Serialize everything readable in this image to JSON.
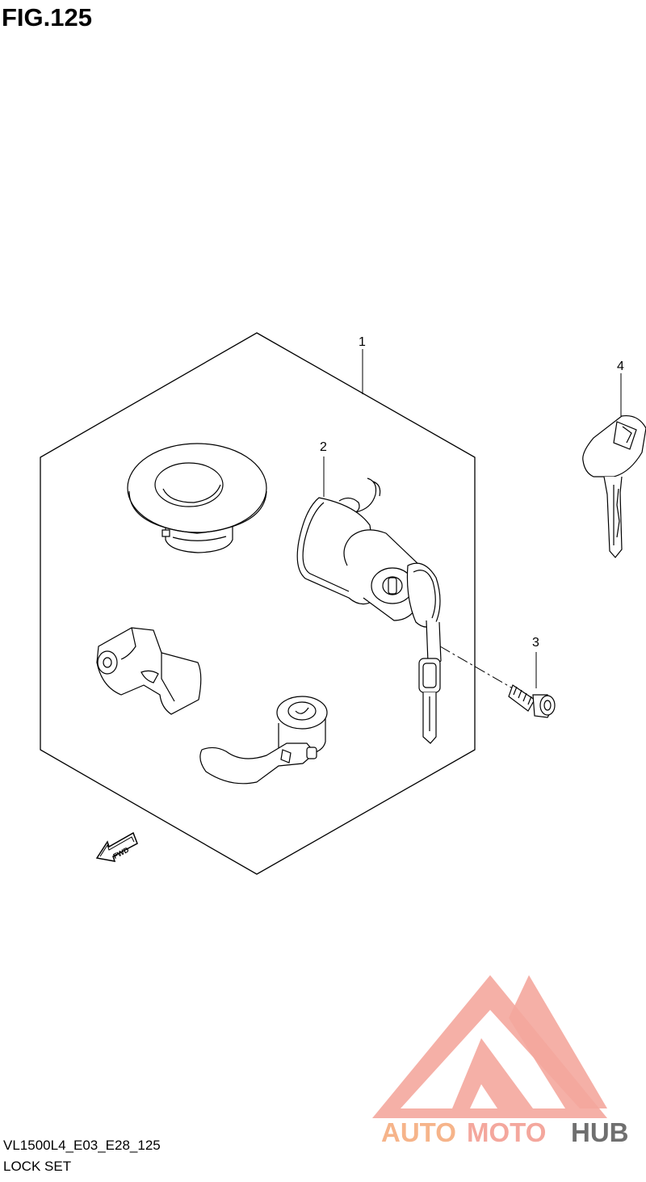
{
  "figure": {
    "title": "FIG.125"
  },
  "callouts": [
    {
      "id": "1",
      "label": "1"
    },
    {
      "id": "2",
      "label": "2"
    },
    {
      "id": "3",
      "label": "3"
    },
    {
      "id": "4",
      "label": "4"
    }
  ],
  "fwd_label": "FWD",
  "footer": {
    "model_code": "VL1500L4_E03_E28_125",
    "section_name": "LOCK SET"
  },
  "watermark": {
    "part1": "AUTO",
    "part2": "MOTO",
    "part3": "HUB",
    "colors": {
      "primary": "#f4a79d",
      "accent": "#f6b48a",
      "dark": "#6f6f6f"
    }
  }
}
